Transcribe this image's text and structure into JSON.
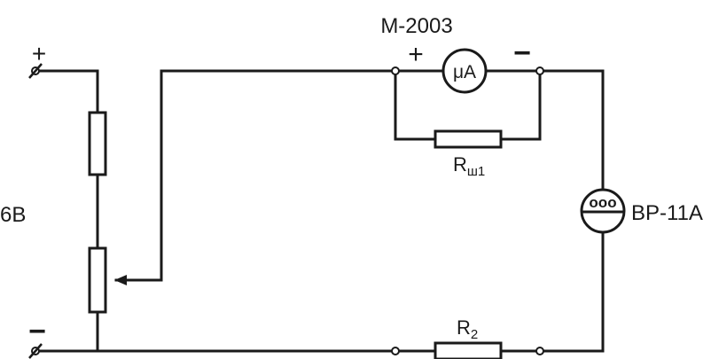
{
  "labels": {
    "meter_model": "М-2003",
    "meter_plus": "+",
    "meter_minus": "−",
    "meter_unit": "μA",
    "shunt_main": "R",
    "shunt_sub": "ш1",
    "r2_main": "R",
    "r2_sub": "2",
    "supply_voltage": "6В",
    "supply_plus": "+",
    "supply_minus": "−",
    "relay_name": "ВР-11А",
    "relay_symbol": "ooo"
  },
  "colors": {
    "line": "#1a1a1a",
    "background": "#ffffff"
  }
}
